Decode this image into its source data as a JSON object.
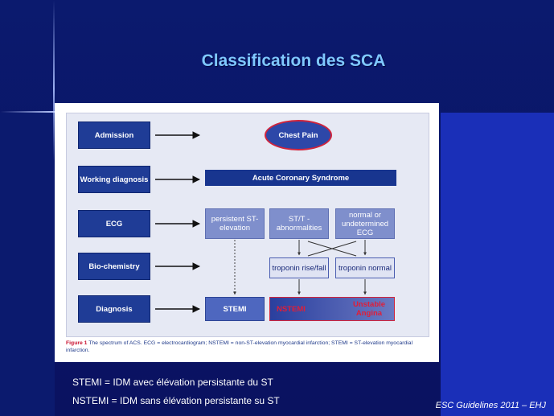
{
  "title": "Classification des SCA",
  "diagram": {
    "rows": [
      {
        "label": "Admission"
      },
      {
        "label": "Working diagnosis"
      },
      {
        "label": "ECG"
      },
      {
        "label": "Bio-chemistry"
      },
      {
        "label": "Diagnosis"
      }
    ],
    "chest_pain": "Chest Pain",
    "acs": "Acute Coronary Syndrome",
    "ecg": {
      "persistent": "persistent ST-elevation",
      "st_t": "ST/T - abnormalities",
      "normal": "normal or undetermined ECG"
    },
    "troponin": {
      "rise": "troponin rise/fall",
      "normal": "troponin normal"
    },
    "outcomes": {
      "stemi": "STEMI",
      "nstemi": "NSTEMI",
      "unstable": "Unstable Angina"
    },
    "caption_label": "Figure 1",
    "caption_text": "The spectrum of ACS. ECG = electrocardiogram; NSTEMI = non-ST-elevation myocardial infarction; STEMI = ST-elevation myocardial infarction."
  },
  "notes": [
    "STEMI = IDM avec élévation persistante du ST",
    "NSTEMI = IDM sans élévation persistante su ST"
  ],
  "reference": "ESC Guidelines 2011 – EHJ"
}
